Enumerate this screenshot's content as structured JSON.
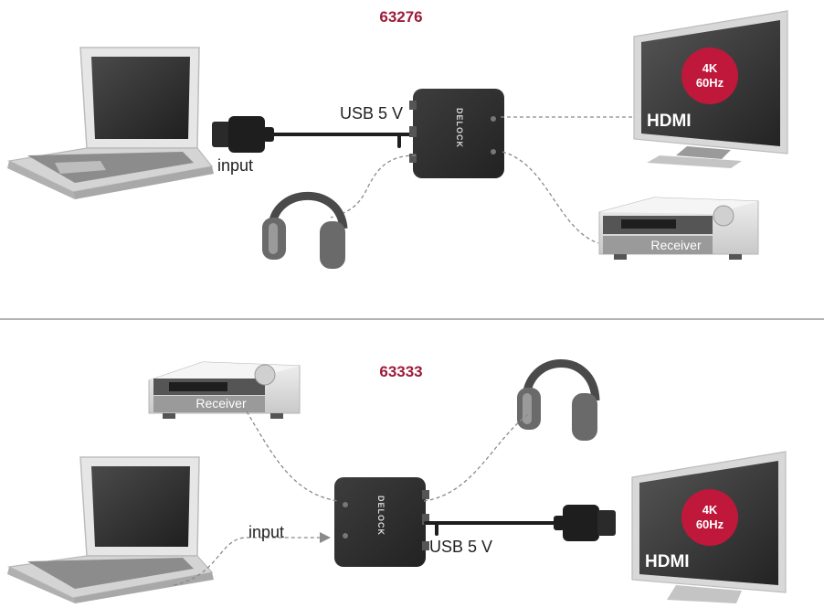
{
  "top_section": {
    "product_code": "63276",
    "laptop_port_label": "input",
    "usb_label": "USB 5 V",
    "adapter_brand": "DELOCK",
    "tv_label": "HDMI",
    "tv_badge_line1": "4K",
    "tv_badge_line2": "60Hz",
    "receiver_label": "Receiver"
  },
  "bottom_section": {
    "product_code": "63333",
    "laptop_port_label": "input",
    "usb_label": "USB 5 V",
    "adapter_brand": "DELOCK",
    "tv_label": "HDMI",
    "tv_badge_line1": "4K",
    "tv_badge_line2": "60Hz",
    "receiver_label": "Receiver"
  },
  "colors": {
    "product_code": "#9b1c3a",
    "badge": "#c0183a",
    "adapter": "#2d2d2d",
    "tv_frame": "#d8d8d8",
    "screen": "#3a3a3a"
  }
}
